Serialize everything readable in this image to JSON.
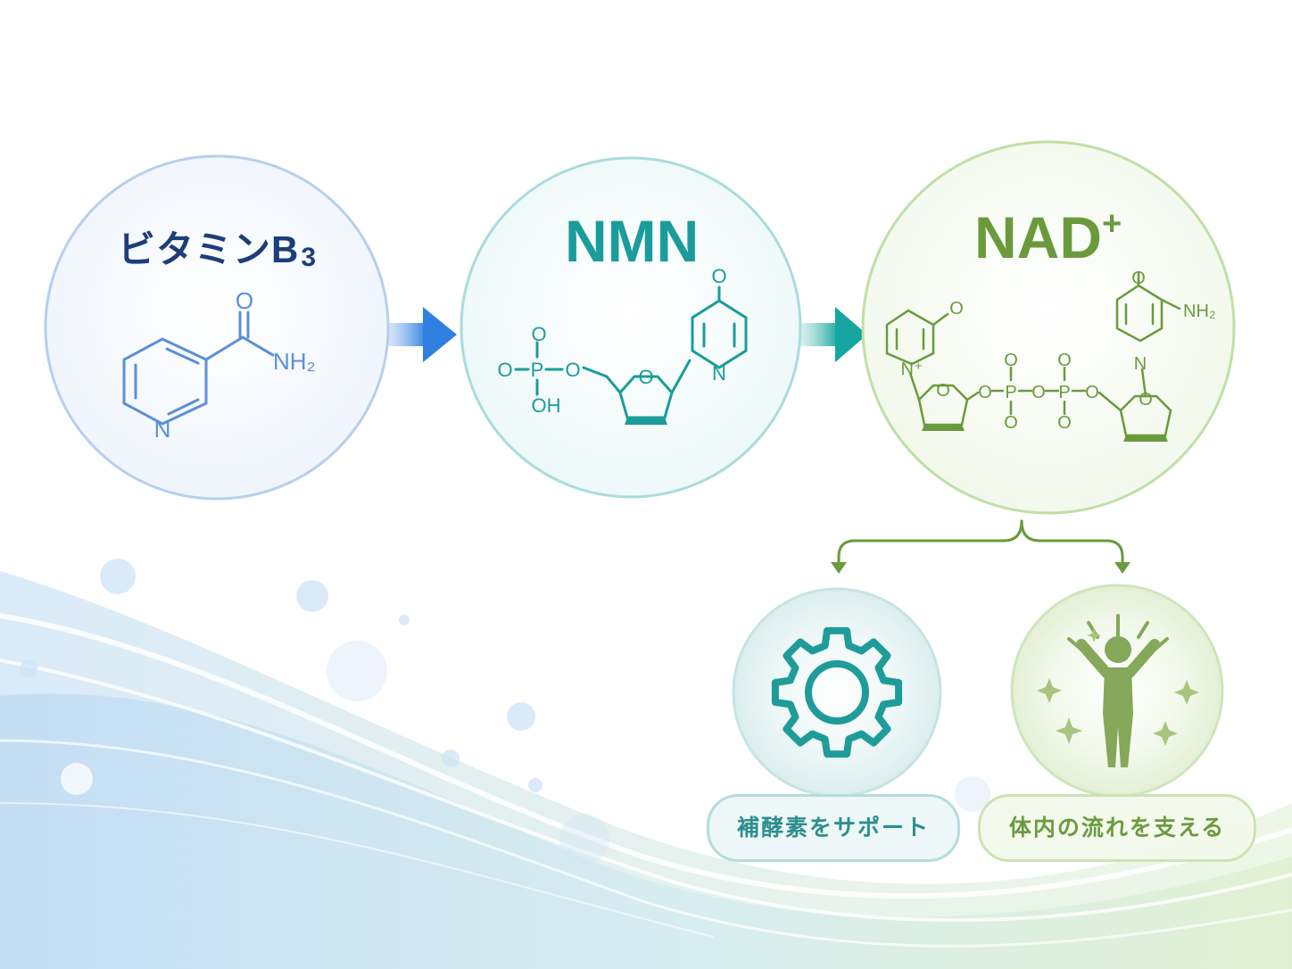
{
  "nodes": {
    "vitamin_b3": {
      "label": "ビタミンB",
      "label_sub": "3"
    },
    "nmn": {
      "label": "NMN"
    },
    "nad": {
      "label": "NAD",
      "label_sup": "+"
    }
  },
  "atoms": {
    "o": "O",
    "n": "N",
    "nh2": "NH₂",
    "p": "P",
    "oh": "OH",
    "n_plus": "N⁺"
  },
  "effects": {
    "enzyme": {
      "label": "補酵素をサポート",
      "icon": "gear-icon"
    },
    "flow": {
      "label": "体内の流れを支える",
      "icon": "person-cheering-icon"
    }
  },
  "colors": {
    "vitamin_b3": "#5b8fd6",
    "vitamin_b3_title": "#1d3e78",
    "nmn": "#1a9c9a",
    "nad": "#6a9a3c",
    "arrow_blue": "#2f7fe0",
    "arrow_teal": "#1ea5a2"
  }
}
